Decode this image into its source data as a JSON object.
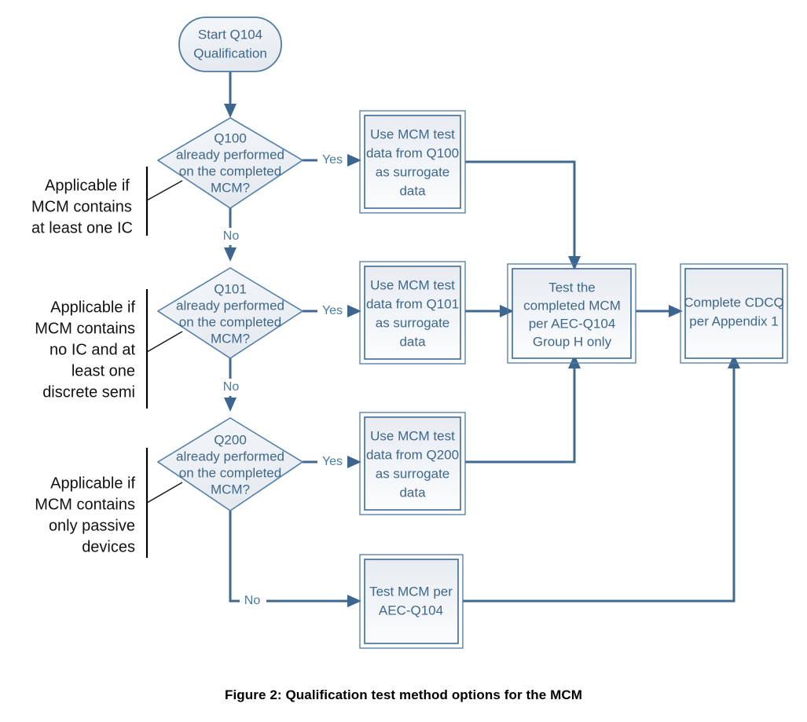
{
  "figure": {
    "caption": "Figure 2:  Qualification test method options for the MCM",
    "colors": {
      "node_stroke": "#4f7aa3",
      "node_fill": "#eef1f4",
      "node_text": "#3f678c",
      "connector": "#41698f",
      "edge_label": "#4a7ba5",
      "note_text": "#121212",
      "background": "#ffffff"
    }
  },
  "nodes": {
    "start": {
      "shape": "terminator",
      "lines": [
        "Start Q104",
        "Qualification"
      ]
    },
    "decision_q100": {
      "shape": "diamond",
      "lines": [
        "Q100",
        "already performed",
        "on the completed",
        "MCM?"
      ]
    },
    "decision_q101": {
      "shape": "diamond",
      "lines": [
        "Q101",
        "already performed",
        "on the completed",
        "MCM?"
      ]
    },
    "decision_q200": {
      "shape": "diamond",
      "lines": [
        "Q200",
        "already performed",
        "on the completed",
        "MCM?"
      ]
    },
    "surrogate_q100": {
      "shape": "process",
      "lines": [
        "Use MCM test",
        "data from Q100",
        "as surrogate",
        "data"
      ]
    },
    "surrogate_q101": {
      "shape": "process",
      "lines": [
        "Use MCM test",
        "data from Q101",
        "as surrogate",
        "data"
      ]
    },
    "surrogate_q200": {
      "shape": "process",
      "lines": [
        "Use MCM test",
        "data from Q200",
        "as surrogate",
        "data"
      ]
    },
    "test_group_h": {
      "shape": "process",
      "lines": [
        "Test the",
        "completed MCM",
        "per AEC-Q104",
        "Group H only"
      ]
    },
    "complete_cdcq": {
      "shape": "process",
      "lines": [
        "Complete CDCQ",
        "per Appendix 1"
      ]
    },
    "test_mcm": {
      "shape": "process",
      "lines": [
        "Test MCM per",
        "AEC-Q104"
      ]
    }
  },
  "edge_labels": {
    "q100_yes": "Yes",
    "q100_no": "No",
    "q101_yes": "Yes",
    "q101_no": "No",
    "q200_yes": "Yes",
    "q200_no": "No"
  },
  "notes": {
    "note_ic": {
      "align": "left",
      "lines": [
        "Applicable if",
        "MCM contains",
        "at least one IC"
      ]
    },
    "note_discrete": {
      "align": "right",
      "lines": [
        "Applicable if",
        "MCM contains",
        "no IC and at",
        "least one",
        "discrete semi"
      ]
    },
    "note_passive": {
      "align": "right",
      "lines": [
        "Applicable if",
        "MCM contains",
        "only passive",
        "devices"
      ]
    }
  }
}
